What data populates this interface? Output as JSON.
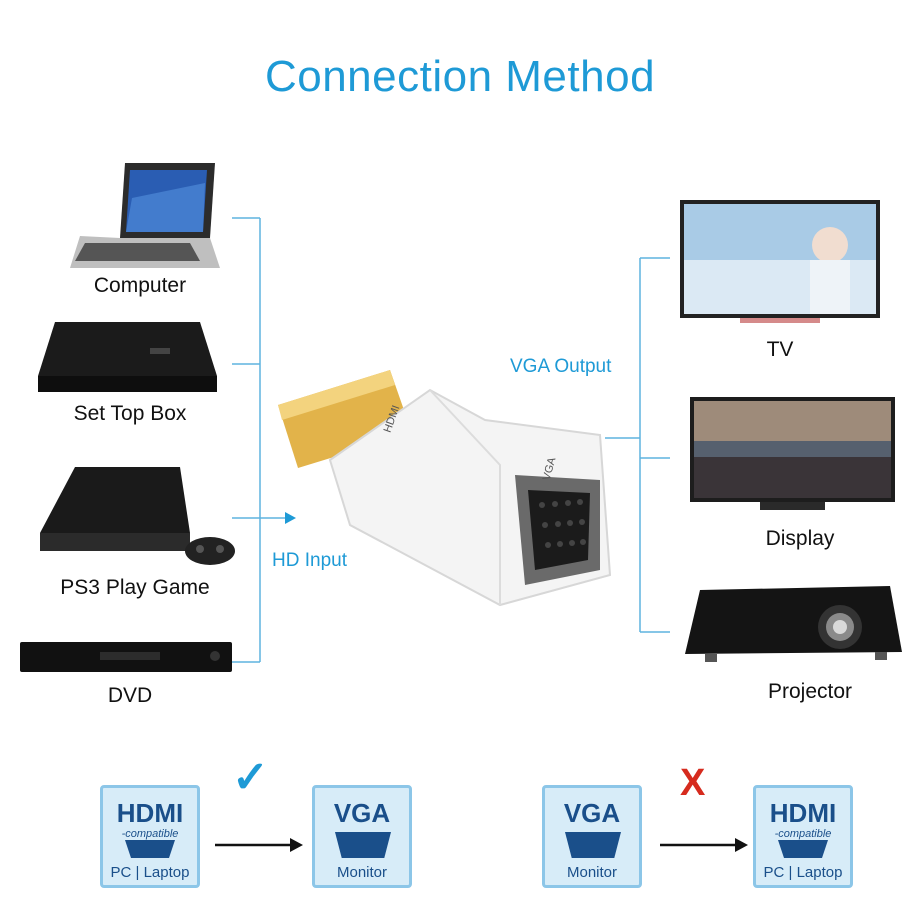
{
  "title": "Connection Method",
  "sources": [
    {
      "label": "Computer",
      "icon": "laptop-icon"
    },
    {
      "label": "Set Top Box",
      "icon": "set-top-box-icon"
    },
    {
      "label": "PS3 Play Game",
      "icon": "game-console-icon"
    },
    {
      "label": "DVD",
      "icon": "dvd-player-icon"
    }
  ],
  "outputs": [
    {
      "label": "TV",
      "icon": "tv-icon"
    },
    {
      "label": "Display",
      "icon": "monitor-icon"
    },
    {
      "label": "Projector",
      "icon": "projector-icon"
    }
  ],
  "adapter": {
    "input_label": "HD Input",
    "output_label": "VGA Output",
    "hdmi_marking": "HDMI",
    "vga_marking": "VGA",
    "icon": "hdmi-to-vga-adapter-icon"
  },
  "supported": {
    "from": {
      "title": "HDMI",
      "sub": "-compatible",
      "foot": "PC | Laptop"
    },
    "to": {
      "title": "VGA",
      "foot": "Monitor"
    },
    "mark": "✓"
  },
  "unsupported": {
    "from": {
      "title": "VGA",
      "foot": "Monitor"
    },
    "to": {
      "title": "HDMI",
      "sub": "-compatible",
      "foot": "PC | Laptop"
    },
    "mark": "X"
  },
  "colors": {
    "accent": "#1e9ad6",
    "box_fill": "#d7ecf8",
    "box_border": "#8cc6e8",
    "cross": "#d62b1e"
  }
}
